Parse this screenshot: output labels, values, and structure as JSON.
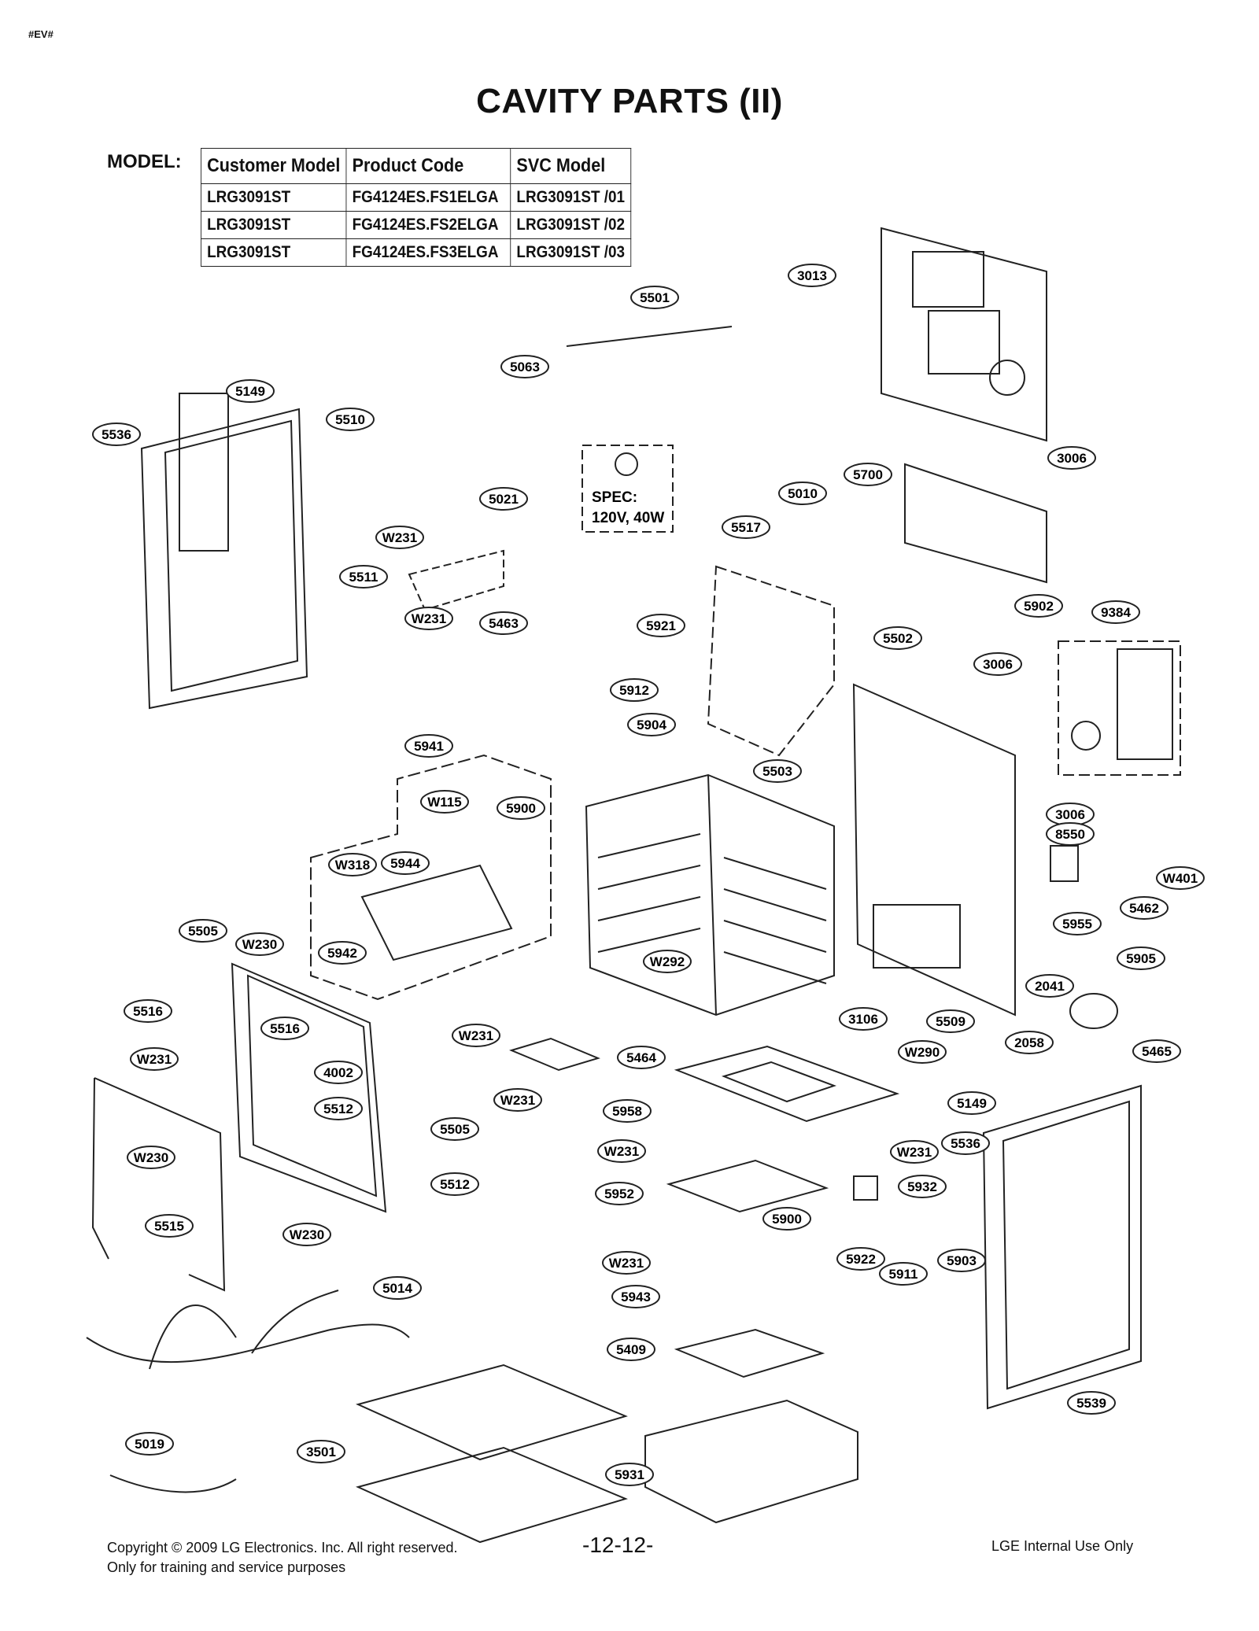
{
  "page": {
    "tag": "#EV#",
    "title": "CAVITY PARTS (II)",
    "model_label": "MODEL:"
  },
  "model_table": {
    "headers": [
      "Customer Model",
      "Product Code",
      "SVC Model"
    ],
    "rows": [
      [
        "LRG3091ST",
        "FG4124ES.FS1ELGA",
        "LRG3091ST /01"
      ],
      [
        "LRG3091ST",
        "FG4124ES.FS2ELGA",
        "LRG3091ST /02"
      ],
      [
        "LRG3091ST",
        "FG4124ES.FS3ELGA",
        "LRG3091ST /03"
      ]
    ]
  },
  "spec_box": {
    "line1": "SPEC:",
    "line2": "120V, 40W"
  },
  "parts": [
    "3013",
    "5501",
    "5063",
    "5149",
    "5510",
    "5536",
    "5021",
    "W231",
    "5511",
    "W231",
    "5463",
    "5010",
    "5700",
    "3006",
    "5517",
    "5921",
    "5912",
    "5904",
    "5902",
    "9384",
    "5502",
    "3006",
    "5941",
    "W115",
    "5900",
    "W318",
    "5944",
    "5503",
    "3006",
    "8550",
    "W401",
    "5462",
    "5955",
    "5905",
    "5505",
    "W230",
    "5942",
    "W292",
    "5516",
    "5516",
    "W231",
    "4002",
    "W231",
    "5512",
    "5505",
    "W230",
    "5464",
    "W231",
    "5958",
    "W290",
    "2041",
    "3106",
    "5509",
    "2058",
    "5465",
    "5149",
    "5536",
    "W231",
    "W231",
    "5932",
    "5952",
    "5512",
    "5515",
    "W230",
    "5900",
    "5014",
    "W231",
    "5922",
    "5911",
    "5903",
    "5943",
    "5409",
    "5019",
    "3501",
    "5931",
    "5539"
  ],
  "footer": {
    "copyright": "Copyright © 2009 LG Electronics. Inc. All right reserved.",
    "purpose": "Only for training and service purposes",
    "page_number": "-12-12-",
    "internal": "LGE Internal Use Only"
  }
}
